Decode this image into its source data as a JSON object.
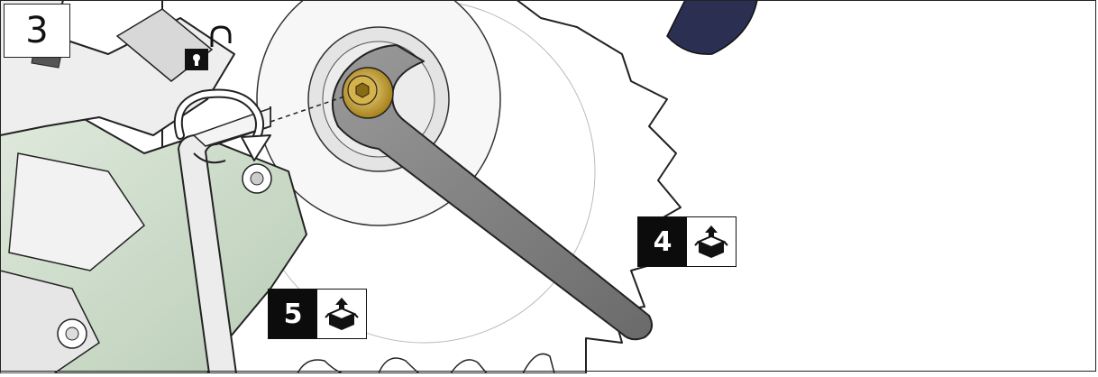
{
  "step": {
    "number": "3"
  },
  "callouts": [
    {
      "id": "4",
      "label": "4",
      "icon": "unboxing-icon"
    },
    {
      "id": "5",
      "label": "5",
      "icon": "unboxing-icon"
    }
  ],
  "icons": {
    "lock": "unlock-icon",
    "rotation": "counterclockwise-rotation-arrow-icon",
    "hex_key": "hex-key-icon",
    "wrench": "open-end-wrench-icon",
    "blade": "saw-blade-icon",
    "bolt": "flange-bolt-icon"
  },
  "colors": {
    "outline": "#222222",
    "blade_fill": "#ffffff",
    "housing_fill": "#eeeeee",
    "wrench_fill": "#7a7a7a",
    "bolt_fill": "#c9a227",
    "badge_bg": "#0c0c0c"
  }
}
